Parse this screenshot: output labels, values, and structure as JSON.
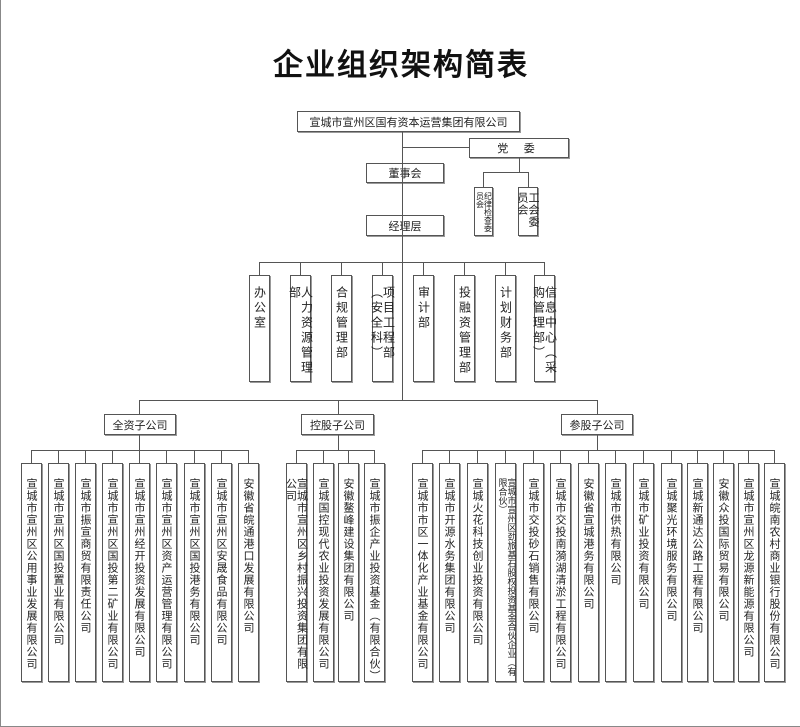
{
  "title": "企业组织架构简表",
  "top": {
    "group": "宣城市宣州区国有资本运营集团有限公司",
    "party": "党 委",
    "board": "董事会",
    "discipline": "纪律检查委员会",
    "union": "工会委员会",
    "management": "经理层"
  },
  "departments": [
    "办公室",
    "人力资源管理部",
    "合规管理部",
    "项目工程部（安全科）",
    "审计部",
    "投融资管理部",
    "计划财务部",
    "信息中心（采购管理部）"
  ],
  "groups": [
    {
      "label": "全资子公司",
      "companies": [
        "宣城市宣州区公用事业发展有限公司",
        "宣城市宣州区国投置业有限公司",
        "宣城市振宣商贸有限责任公司",
        "宣城市宣州区国投第二矿业有限公司",
        "宣城市宣州经开投资发展有限公司",
        "宣城市宣州区资产运营管理有限公司",
        "宣城市宣州区国投港务有限公司",
        "宣城市宣州区安晟食品有限公司",
        "安徽省皖通港口发展有限公司"
      ]
    },
    {
      "label": "控股子公司",
      "companies": [
        "宣城市宣州区乡村振兴投资集团有限公司",
        "宣城国控现代农业投资发展有限公司",
        "安徽鳌峰建设集团有限公司",
        "宣城市振企产业投资基金（有限合伙）"
      ]
    },
    {
      "label": "参股子公司",
      "companies": [
        "宣城市市区一体化产业基金有限公司",
        "宣城市开源水务集团有限公司",
        "宣城火花科技创业投资有限公司",
        "宣城市宣州区劲旅基石股权投资基金合伙企业（有限合伙）",
        "宣城市交投砂石销售有限公司",
        "宣城市交投南漪湖清淤工程有限公司",
        "安徽省宣城港务有限公司",
        "宣城市供热有限公司",
        "宣城市矿业投资有限公司",
        "宣城聚光环境服务有限公司",
        "宣城新通达公路工程有限公司",
        "安徽众投国际贸易有限公司",
        "宣城市宣州区龙源新能源有限公司",
        "宣城皖南农村商业银行股份有限公司"
      ]
    }
  ]
}
